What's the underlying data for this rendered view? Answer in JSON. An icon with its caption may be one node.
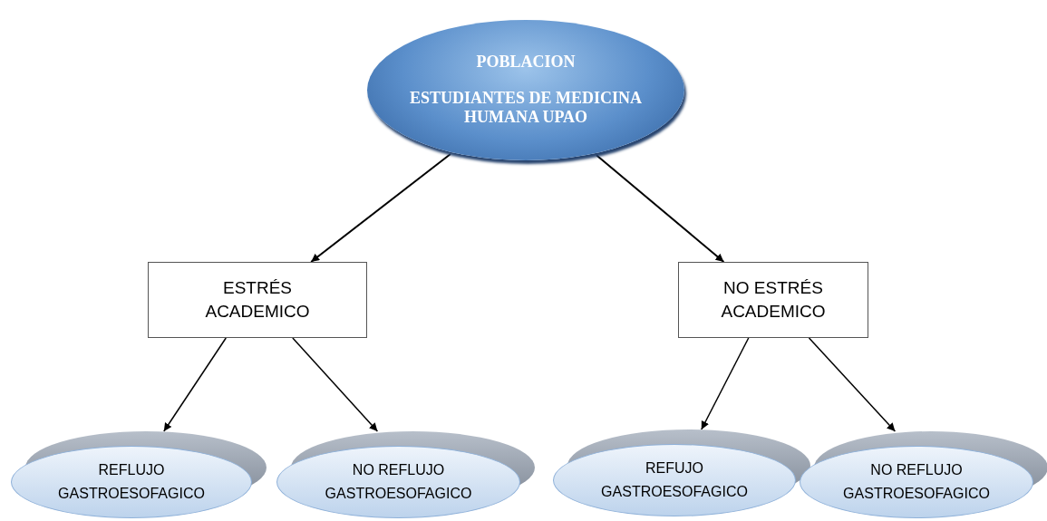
{
  "diagram": {
    "nodes": [
      {
        "text": [
          "POBLACION",
          "ESTUDIANTES DE MEDICINA HUMANA UPAO"
        ]
      },
      {
        "text": [
          "ESTRÉS ACADEMICO"
        ]
      },
      {
        "text": [
          "NO ESTRÉS ACADEMICO"
        ]
      },
      {
        "text": [
          "REFLUJO GASTROESOFAGICO"
        ]
      },
      {
        "text": [
          "NO REFLUJO GASTROESOFAGICO"
        ]
      },
      {
        "text": [
          "REFUJO GASTROESOFAGICO"
        ]
      },
      {
        "text": [
          "NO REFLUJO GASTROESOFAGICO"
        ]
      }
    ],
    "edges": [
      {
        "from": 0,
        "to": 1,
        "arrow": "to"
      },
      {
        "from": 0,
        "to": 2,
        "arrow": "to"
      },
      {
        "from": 1,
        "to": 3,
        "arrow": "to"
      },
      {
        "from": 1,
        "to": 4,
        "arrow": "to"
      },
      {
        "from": 2,
        "to": 5,
        "arrow": "to"
      },
      {
        "from": 2,
        "to": 6,
        "arrow": "to"
      }
    ]
  }
}
